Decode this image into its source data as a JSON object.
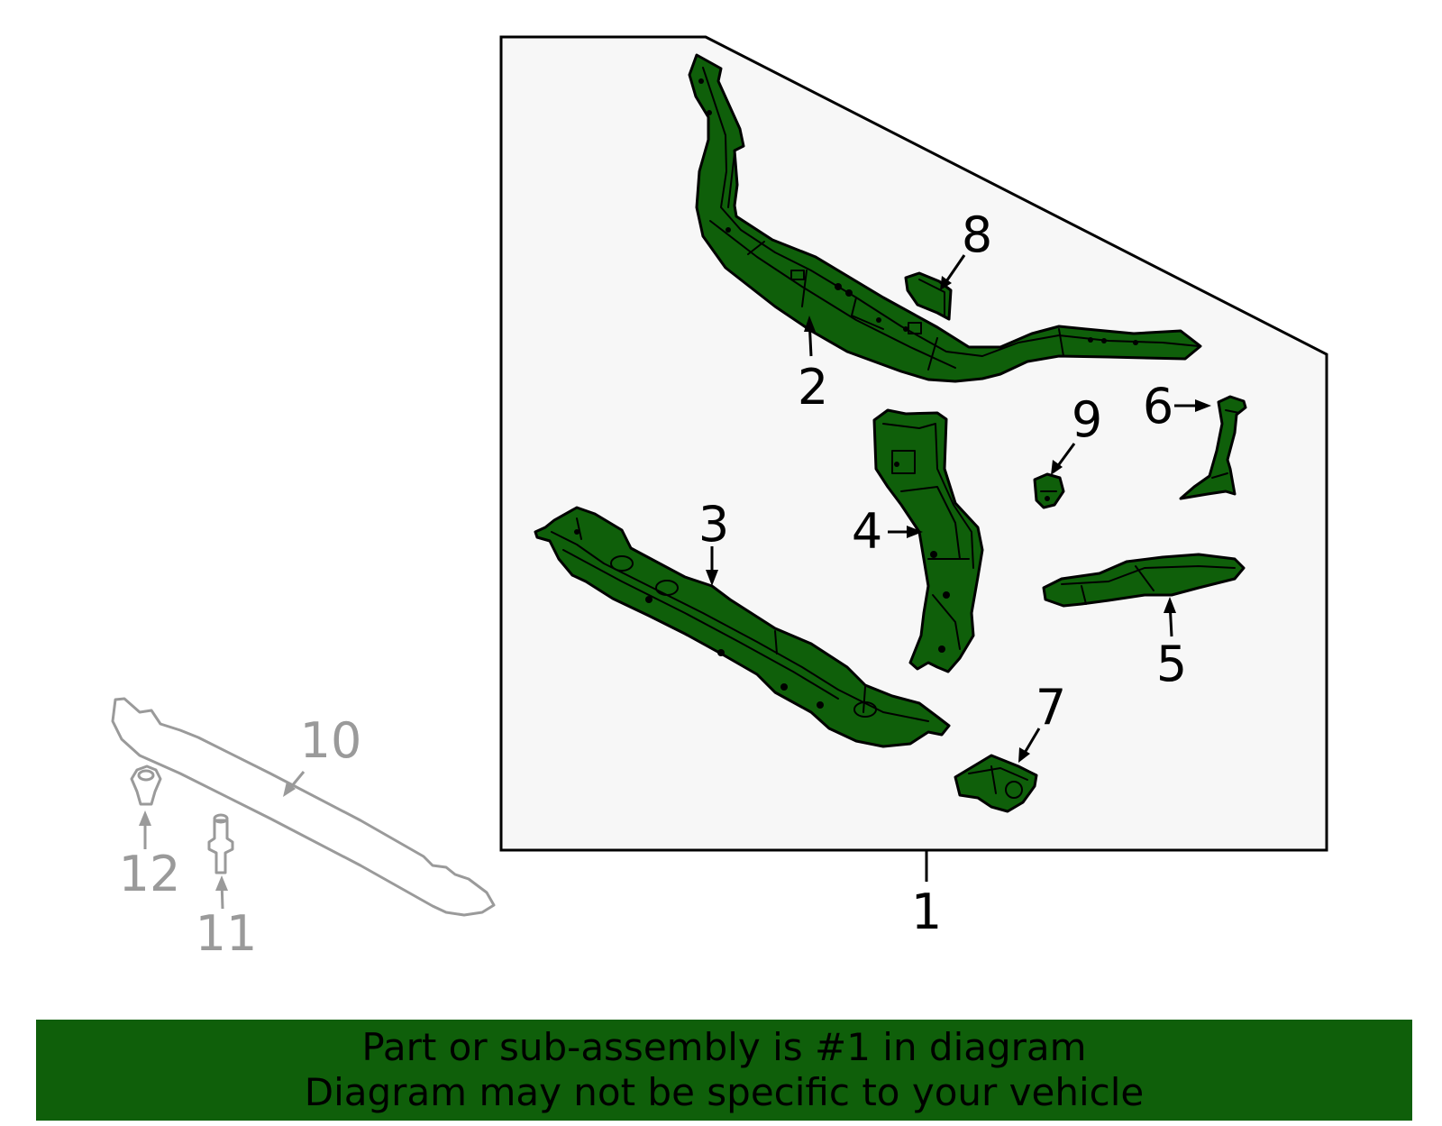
{
  "callouts": {
    "c1": "1",
    "c2": "2",
    "c3": "3",
    "c4": "4",
    "c5": "5",
    "c6": "6",
    "c7": "7",
    "c8": "8",
    "c9": "9",
    "c10": "10",
    "c11": "11",
    "c12": "12"
  },
  "banner": {
    "line1": "Part or sub-assembly is #1 in diagram",
    "line2": "Diagram may not be specific to your vehicle"
  },
  "colors": {
    "part_fill": "#0f5f0a",
    "banner_bg": "#0f5f0a",
    "panel_bg": "#f7f7f7",
    "outline": "#000000",
    "non_included": "#9a9a9a"
  }
}
